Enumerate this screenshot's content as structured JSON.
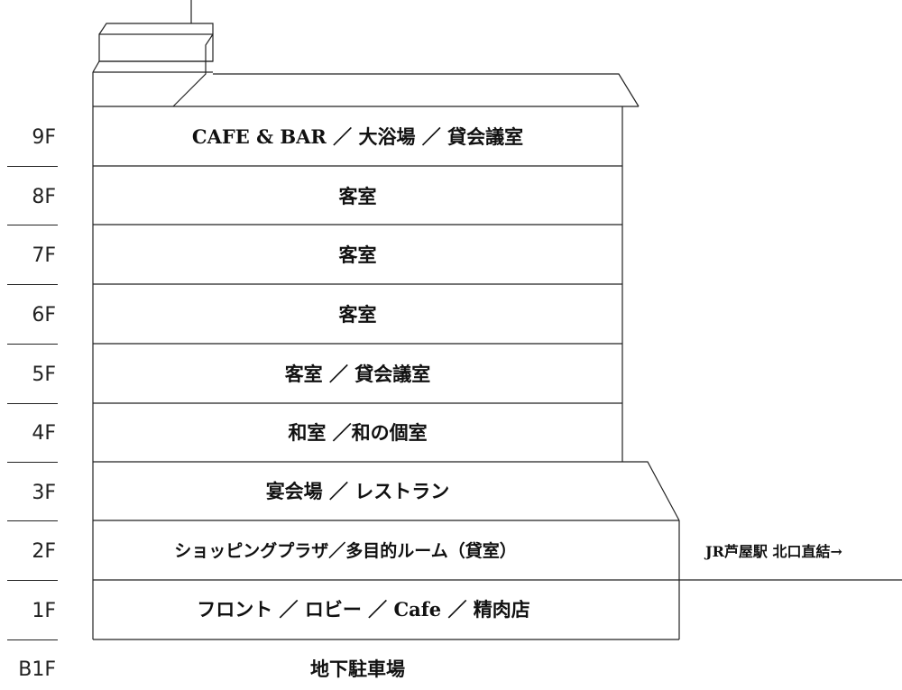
{
  "floors": [
    {
      "id": "9f",
      "label": "9F",
      "rooms": "CAFE & BAR ／ 大浴場 ／ 貸会議室"
    },
    {
      "id": "8f",
      "label": "8F",
      "rooms": "客室"
    },
    {
      "id": "7f",
      "label": "7F",
      "rooms": "客室"
    },
    {
      "id": "6f",
      "label": "6F",
      "rooms": "客室"
    },
    {
      "id": "5f",
      "label": "5F",
      "rooms": "客室 ／ 貸会議室"
    },
    {
      "id": "4f",
      "label": "4F",
      "rooms": "和室 ／和の個室"
    },
    {
      "id": "3f",
      "label": "3F",
      "rooms": "宴会場 ／ レストラン"
    },
    {
      "id": "2f",
      "label": "2F",
      "rooms": "ショッピングプラザ／多目的ルーム（貸室）"
    },
    {
      "id": "1f",
      "label": "1F",
      "rooms": "フロント ／ ロビー ／ Cafe ／ 精肉店"
    },
    {
      "id": "b1f",
      "label": "B1F",
      "rooms": "地下駐車場"
    }
  ],
  "connection": {
    "text": "JR芦屋駅 北口直結→"
  },
  "colors": {
    "line": "#222222",
    "text": "#111111",
    "background": "#ffffff"
  }
}
